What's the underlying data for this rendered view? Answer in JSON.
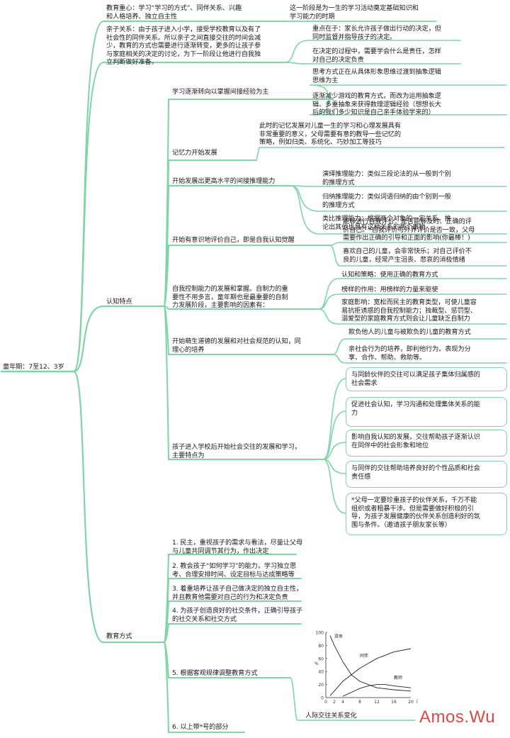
{
  "root": "童年期：7至12、3岁",
  "top": {
    "focus": "教育重心：学习“学习的方式”、同伴关系、兴趣\n和人格培养、独立自主性",
    "focus_note": "这一阶段是为一生的学习活动奠定基础知识和\n学习能力的时期",
    "parent_relation": "亲子关系：由于孩子进入小学，接受学校教育以及有了\n社会性的同伴关系。所以亲子之间直接交往的时间会减\n少，教育的方式也需要进行逐渐转变，更多的让孩子参\n与家庭相关的决定的讨论，为下一阶段让他进行自我独\n立判断做好准备。",
    "parent_key1": "重点在于：家长允许孩子做出行动的决定，但\n同时监督并指导孩子的决定。",
    "parent_key2": "在决定的过程中，需要学会什么是责任，怎样\n对自己的决定负责"
  },
  "cognition": {
    "label": "认知特点",
    "items": [
      {
        "label": "学习逐渐转向以掌握间接经验为主",
        "children": [
          "思考方式正在从具体形象思维过渡到抽象逻辑\n思维为主",
          "逐渐减少游戏的教育方式，而改为运用抽象逻\n辑、多重抽象来获得数理逻辑经验（想想长大\n后的我们多少知识是自己亲手体验学来的）"
        ]
      },
      {
        "label": "记忆力开始发展",
        "children": [
          "此时的记忆发展对儿童一生的学习和心理发展具有\n非常重要的意义，父母需要有意的教导一些记忆的\n策略，例如归类、系统化、巧妙加工等技巧"
        ]
      },
      {
        "label": "开始发展出更高水平的间接推理能力",
        "children": [
          "演绎推理能力：类似三段论法的从一般到个别\n的推理方式",
          "归纳推理能力：类似词语归纳的由个别到一般\n的推理方式",
          "类比推理能力：根据两个对象的一定关系，推\n论出其他也具有这种关系的两个事物"
        ]
      },
      {
        "label": "开始有意识地评价自己，即是自我认知觉醒",
        "children": [
          "能够进行自我评价：是否能够及时、正确的评\n价自己。*自我评价与外界评价是否一致，父母\n需要作出正确的引导和正面的影响(你最棒！)",
          "喜欢自己的儿童，会非常快乐；对自己评价不\n良的儿童，经常产生沮丧、悲哀的消极情绪"
        ]
      },
      {
        "label": "自我控制能力的发展和掌握。自制力的重\n要性不用多言，童年期也是最重要的自制\n力发展阶段，主要影响的因素有：",
        "children": [
          "认知和策略：使用正确的教育方式",
          "榜样的作用：用榜样的力量来驱使",
          "家庭影响：宽松而民主的教育类型，可使儿童容\n易抗拒诱惑的自我控制能力；独裁型、惩罚型、\n溺爱型的家庭教育方式则会让儿童缺乏自制力"
        ]
      },
      {
        "label": "开始萌生道德的发展和对社会规范的认知，同\n理心的培养",
        "children": [
          "欺负他人的儿童与被欺负的儿童的教育方式",
          "亲社会行为的培养，即利他行为。表现为分\n享、合作、帮助、救助等。"
        ]
      },
      {
        "label": "孩子进入学校后开始社会交往的发展和学习，\n主要特点为",
        "children": [
          "与同龄伙伴的交往可以满足孩子集体归属感的\n社会需求",
          "促进社会认知，学习沟通和处理集体关系的能\n力",
          "影响自我认知的发展，交往帮助孩子逐渐认识\n在同伴中的社会形象和地位",
          "与同伴的交往帮助培养良好的个性品质和社会\n责任感",
          "*父母一定要珍重孩子的伙伴关系，千万不能\n组织或者粗暴干涉。但是需要做好积极的引\n导，为孩子发展健康的伙伴关系创造利好的氛\n围与条件。（邀请孩子朋友家长等）"
        ]
      }
    ]
  },
  "education": {
    "label": "教育方式",
    "items": [
      "1. 民主，重视孩子的需求与看法，尽量让父母\n与儿童共同调节其行为，作出决定",
      "2. 教会孩子“如何学习”的能力，学习独立思\n考、合理安排时间、设定目标与达成策略等",
      "3. 着重培养让孩子自己做决定的独立自主性，\n并且教育他需要对自己的行为和决定负责",
      "4. 为孩子创造良好的社交条件，正确引导孩子\n的社交关系和社交方式",
      "5. 根据客观规律调整教育方式",
      "6. 以上带*号的部分"
    ],
    "chart_caption": "人际交往关系变化"
  },
  "watermark": "Amos.Wu",
  "line_color": "#7fd4a8",
  "chart_data": {
    "type": "line",
    "xlabel": "（岁）",
    "ylabel": "%",
    "x_ticks": [
      0,
      2,
      4,
      8,
      12,
      16,
      20
    ],
    "y_ticks": [
      0,
      20,
      40,
      60,
      80,
      100
    ],
    "xlim": [
      0,
      20
    ],
    "ylim": [
      0,
      100
    ],
    "series": [
      {
        "name": "双亲",
        "x": [
          1,
          2,
          4,
          6,
          8,
          12,
          16,
          20
        ],
        "y": [
          95,
          80,
          55,
          35,
          25,
          15,
          12,
          10
        ]
      },
      {
        "name": "同伴",
        "x": [
          1,
          2,
          4,
          8,
          12,
          16,
          20
        ],
        "y": [
          3,
          10,
          25,
          45,
          60,
          70,
          75
        ]
      },
      {
        "name": "教师",
        "x": [
          4,
          6,
          8,
          10,
          12,
          14,
          16,
          20
        ],
        "y": [
          2,
          8,
          14,
          18,
          20,
          20,
          18,
          15
        ]
      }
    ]
  }
}
